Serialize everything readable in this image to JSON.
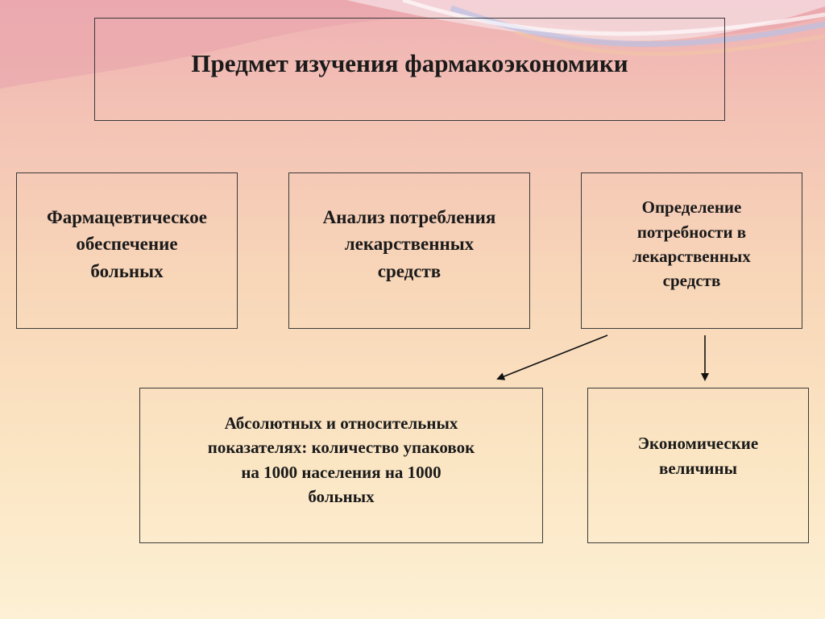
{
  "title": "Предмет изучения фармакоэкономики",
  "top_row": [
    "Фармацевтическое\nобеспечение\nбольных",
    "Анализ потребления\nлекарственных\nсредств",
    "Определение\nпотребности  в\nлекарственных\nсредств"
  ],
  "bottom_row": [
    "Абсолютных и относительных\nпоказателях: количество упаковок\nна 1000 населения на 1000\nбольных",
    "Экономические\nвеличины"
  ]
}
